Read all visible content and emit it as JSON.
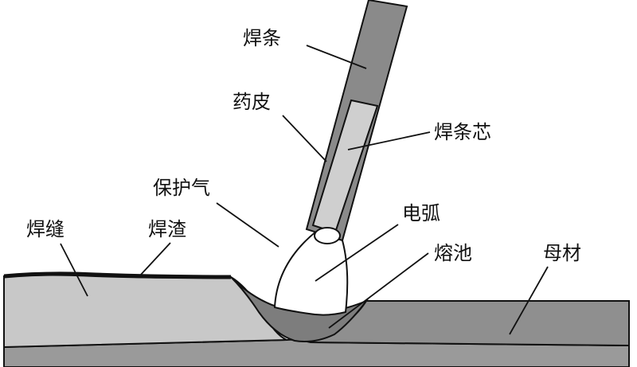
{
  "labels": {
    "electrode": "焊条",
    "coating": "药皮",
    "core_wire": "焊条芯",
    "shielding_gas": "保护气",
    "weld_seam": "焊缝",
    "slag": "焊渣",
    "arc": "电弧",
    "weld_pool": "熔池",
    "base_metal": "母材"
  },
  "colors": {
    "outline": "#111111",
    "electrode_coating": "#8a8a8a",
    "core_wire": "#cfcfcf",
    "weld_bead": "#c8c8c8",
    "base_metal": "#8f8f8f",
    "bottom_band": "#9a9a9a",
    "weld_pool": "#7d7d7d",
    "arc": "#ffffff",
    "background": "#ffffff"
  }
}
